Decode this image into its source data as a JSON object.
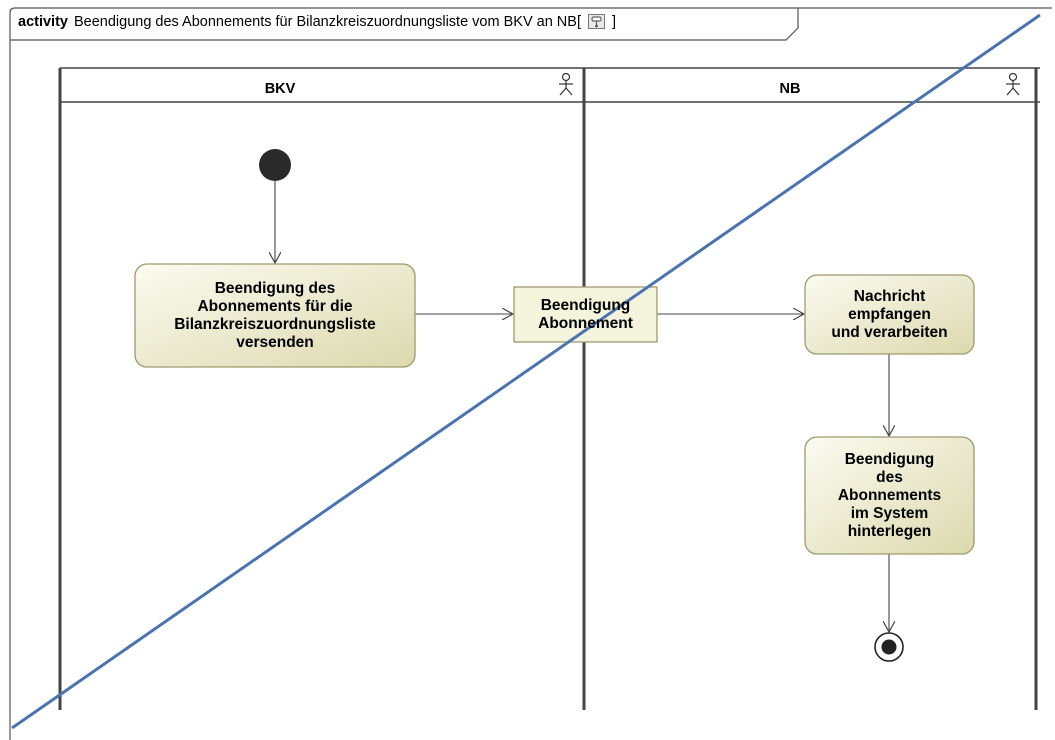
{
  "frame": {
    "keyword": "activity",
    "title": "Beendigung des Abonnements für Bilanzkreiszuordnungsliste vom BKV an NB",
    "bracket_open": "[",
    "bracket_close": "]",
    "icon": "activity-diagram-icon"
  },
  "lanes": [
    {
      "name": "BKV",
      "icon": "actor-icon"
    },
    {
      "name": "NB",
      "icon": "actor-icon"
    }
  ],
  "nodes": {
    "action_send": "Beendigung des\nAbonnements für die\nBilanzkreiszuordnungsliste\nversenden",
    "object_message": "Beendigung\nAbonnement",
    "action_receive": "Nachricht\nempfangen\nund verarbeiten",
    "action_store": "Beendigung\ndes\nAbonnements\nim System\nhinterlegen"
  },
  "colors": {
    "action_fill_light": "#fbfbf1",
    "action_fill_dark": "#dcd9ae",
    "action_border": "#9d9a6c",
    "object_fill": "#f4f3dc",
    "lane_line": "#444444",
    "overlay_line": "#4a74b1"
  }
}
